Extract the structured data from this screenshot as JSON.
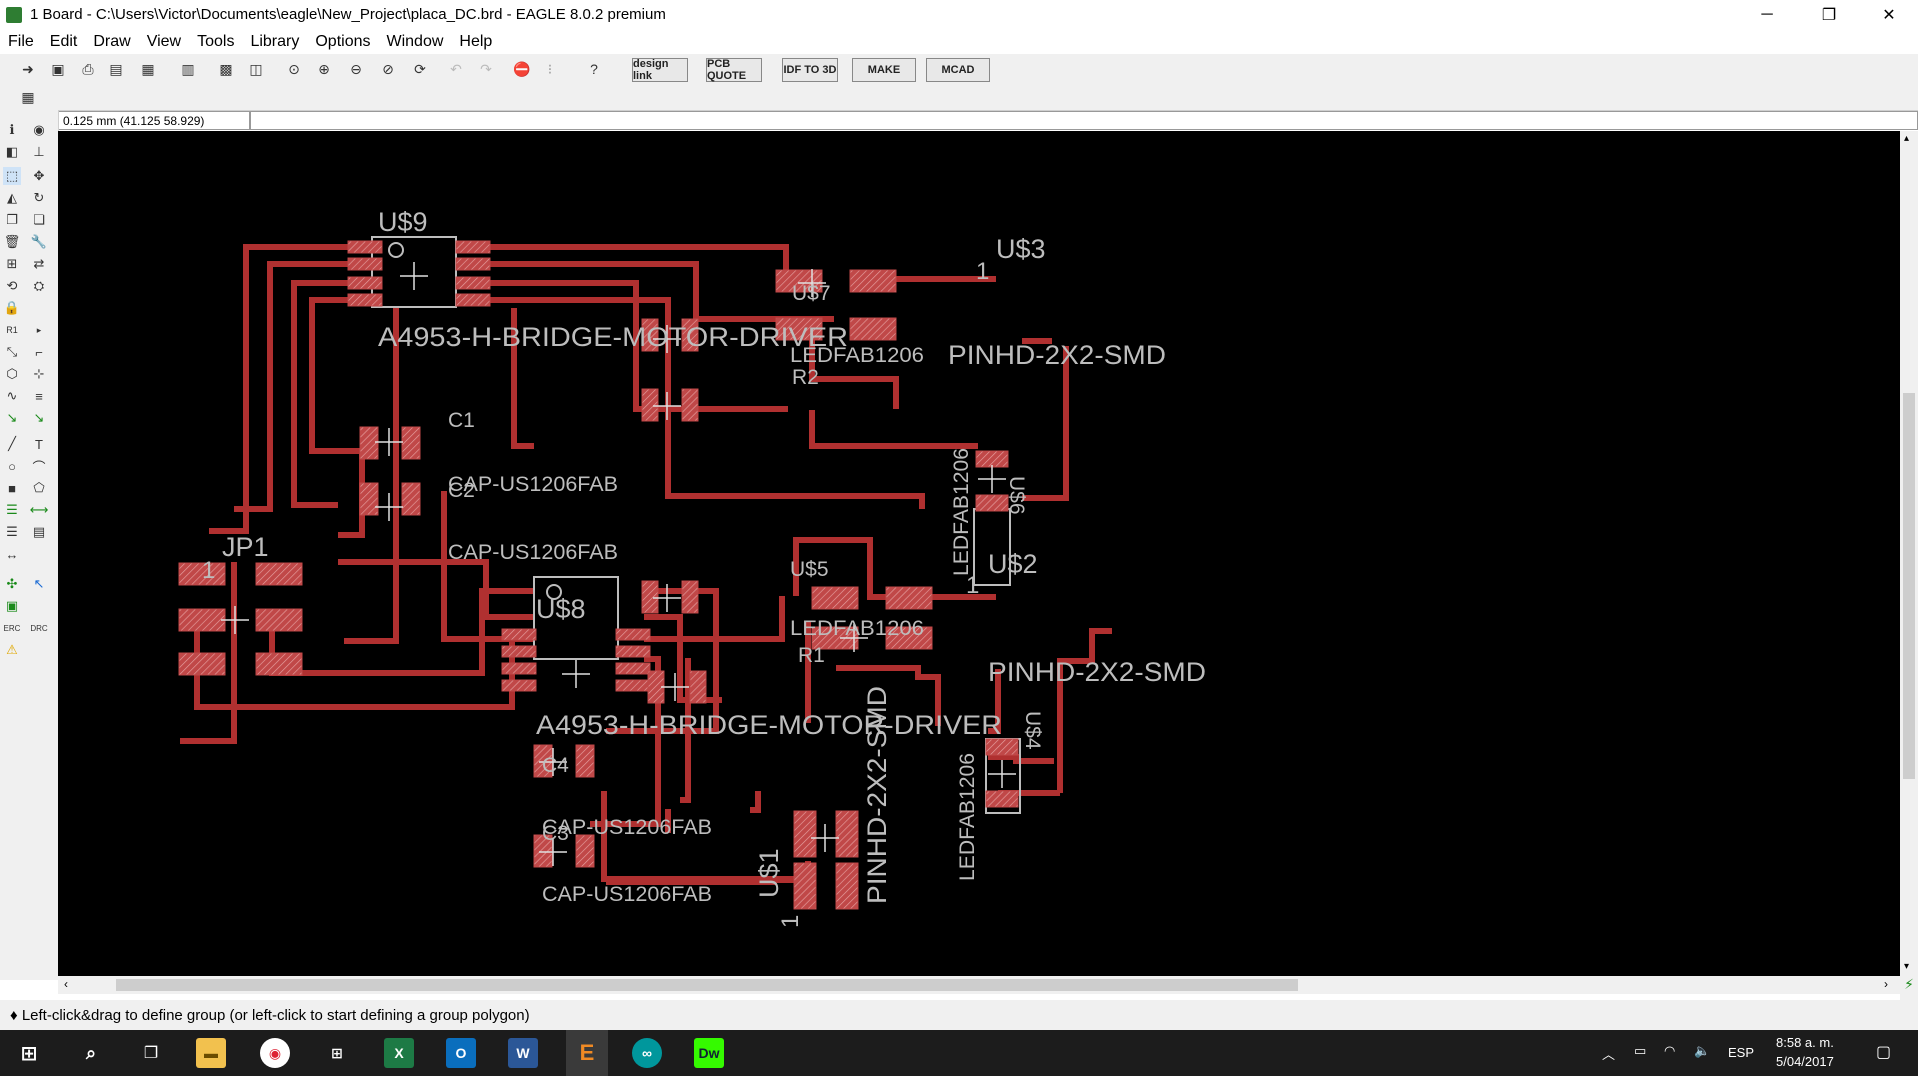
{
  "window": {
    "title": "1 Board - C:\\Users\\Victor\\Documents\\eagle\\New_Project\\placa_DC.brd - EAGLE 8.0.2 premium",
    "minimize": "─",
    "maximize": "❐",
    "close": "✕"
  },
  "menu": [
    "File",
    "Edit",
    "Draw",
    "View",
    "Tools",
    "Library",
    "Options",
    "Window",
    "Help"
  ],
  "toolbar": {
    "buttons": [
      "design link",
      "PCB QUOTE",
      "IDF TO 3D",
      "MAKE",
      "MCAD"
    ]
  },
  "coord": "0.125 mm (41.125 58.929)",
  "status": "Left-click&drag to define group (or left-click to start defining a group polygon)",
  "colors": {
    "trace": "#b03030",
    "pad": "#c04848",
    "silk": "#bdbdbd",
    "background": "#000000"
  },
  "board": {
    "parts": [
      {
        "name": "U$9",
        "value": "A4953-H-BRIDGE-MOTOR-DRIVER"
      },
      {
        "name": "U$3",
        "value": "PINHD-2X2-SMD",
        "pin1": "1"
      },
      {
        "name": "U$7",
        "value": "LEDFAB1206"
      },
      {
        "name": "R2",
        "value": ""
      },
      {
        "name": "C1",
        "value": "CAP-US1206FAB"
      },
      {
        "name": "C2",
        "value": "CAP-US1206FAB"
      },
      {
        "name": "U$6",
        "value": "LEDFAB1206"
      },
      {
        "name": "JP1",
        "value": "",
        "pin1": "1"
      },
      {
        "name": "U$5",
        "value": "LEDFAB1206"
      },
      {
        "name": "U$2",
        "value": "PINHD-2X2-SMD",
        "pin1": "1"
      },
      {
        "name": "U$8",
        "value": "A4953-H-BRIDGE-MOTOR-DRIVER"
      },
      {
        "name": "R1",
        "value": ""
      },
      {
        "name": "U$4",
        "value": "LEDFAB1206"
      },
      {
        "name": "C4",
        "value": "CAP-US1206FAB"
      },
      {
        "name": "C3",
        "value": "CAP-US1206FAB"
      },
      {
        "name": "U$1",
        "value": "PINHD-2X2-SMD",
        "pin1": "1"
      }
    ]
  },
  "taskbar": {
    "lang": "ESP",
    "time": "8:58 a. m.",
    "date": "5/04/2017",
    "apps": [
      "start",
      "search",
      "task-view",
      "file-explorer",
      "chrome",
      "store",
      "excel",
      "outlook",
      "word",
      "eagle",
      "arduino",
      "dreamweaver"
    ]
  }
}
